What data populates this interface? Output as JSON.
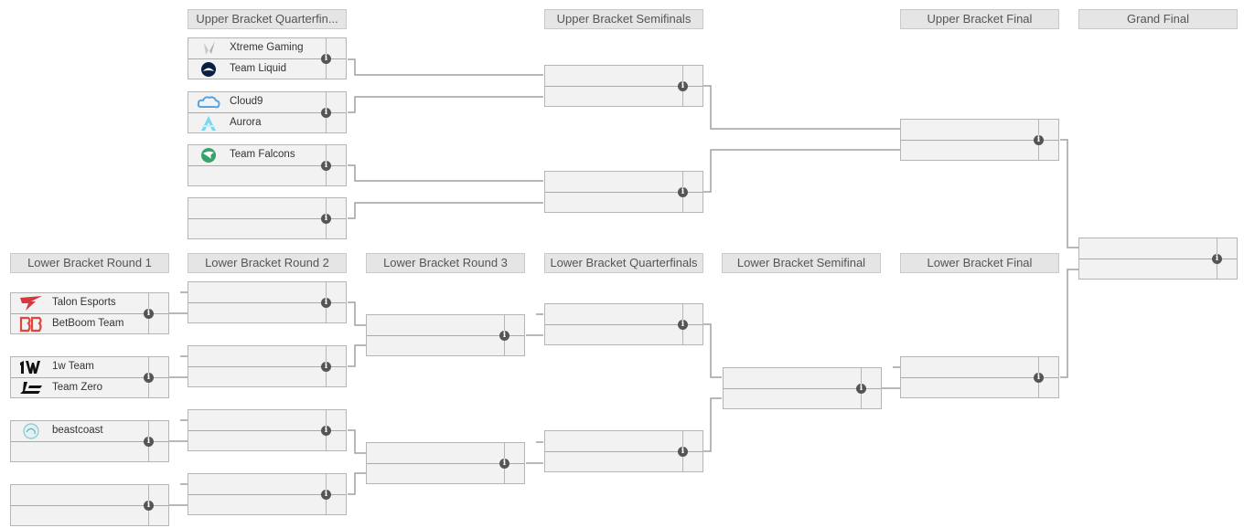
{
  "rounds": {
    "ub_qf": "Upper Bracket Quarterfin...",
    "ub_sf": "Upper Bracket Semifinals",
    "ub_f": "Upper Bracket Final",
    "gf": "Grand Final",
    "lb_r1": "Lower Bracket Round 1",
    "lb_r2": "Lower Bracket Round 2",
    "lb_r3": "Lower Bracket Round 3",
    "lb_qf": "Lower Bracket Quarterfinals",
    "lb_sf": "Lower Bracket Semifinal",
    "lb_f": "Lower Bracket Final"
  },
  "teams": {
    "xtreme": "Xtreme Gaming",
    "liquid": "Team Liquid",
    "cloud9": "Cloud9",
    "aurora": "Aurora",
    "falcons": "Team Falcons",
    "talon": "Talon Esports",
    "betboom": "BetBoom Team",
    "onew": "1w Team",
    "zero": "Team Zero",
    "beastcoast": "beastcoast"
  },
  "logos": {
    "xtreme": "xtreme-gaming-logo",
    "liquid": "team-liquid-logo",
    "cloud9": "cloud9-logo",
    "aurora": "aurora-logo",
    "falcons": "team-falcons-logo",
    "talon": "talon-esports-logo",
    "betboom": "betboom-logo",
    "onew": "1w-team-logo",
    "zero": "team-zero-logo",
    "beastcoast": "beastcoast-logo"
  },
  "icons": {
    "match_info": "info-icon",
    "info_glyph": "i"
  },
  "colors": {
    "header_bg": "#e5e5e5",
    "match_bg": "#f2f2f2",
    "connector": "#a0a0a0",
    "info_icon": "#555555"
  }
}
